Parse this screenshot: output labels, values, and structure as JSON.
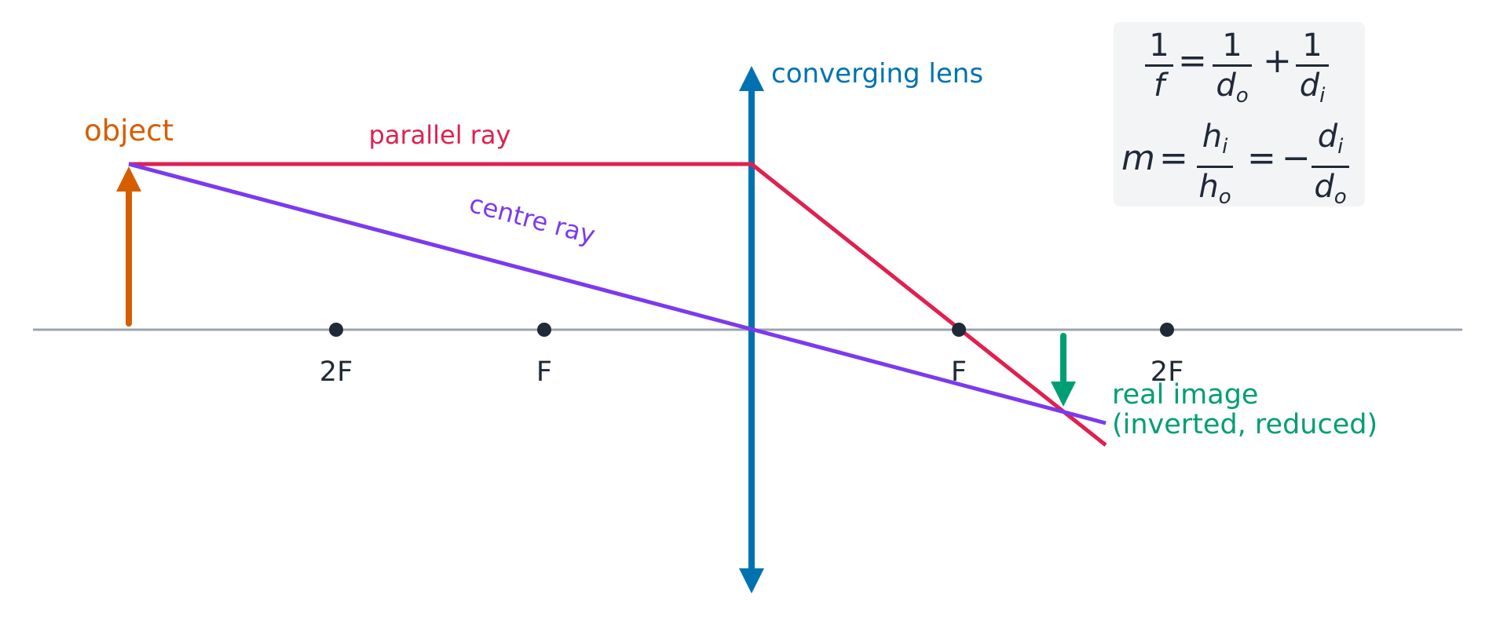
{
  "labels": {
    "object": "object",
    "parallel_ray": "parallel ray",
    "centre_ray": "centre ray",
    "lens": "converging lens",
    "image_line1": "real image",
    "image_line2": "(inverted, reduced)"
  },
  "focal_points": {
    "left_2f": "2F",
    "left_f": "F",
    "right_f": "F",
    "right_2f": "2F"
  },
  "formulas": {
    "lens_eq": {
      "lhs_num": "1",
      "lhs_den": "f",
      "t1_num": "1",
      "t1_den_var": "d",
      "t1_den_sub": "o",
      "t2_num": "1",
      "t2_den_var": "d",
      "t2_den_sub": "i",
      "equals": "=",
      "plus": "+"
    },
    "magnification": {
      "lhs": "m",
      "equals1": "=",
      "f1_num_var": "h",
      "f1_num_sub": "i",
      "f1_den_var": "h",
      "f1_den_sub": "o",
      "equals2": "=",
      "minus": "−",
      "f2_num_var": "d",
      "f2_num_sub": "i",
      "f2_den_var": "d",
      "f2_den_sub": "o"
    }
  },
  "colors": {
    "object": "#d55e00",
    "parallel_ray": "#e0204f",
    "centre_ray": "#7c3aed",
    "lens": "#0072b2",
    "image": "#009e73",
    "axis": "#9ca3af",
    "points": "#1f2937",
    "formula_bg": "#f3f4f6"
  }
}
